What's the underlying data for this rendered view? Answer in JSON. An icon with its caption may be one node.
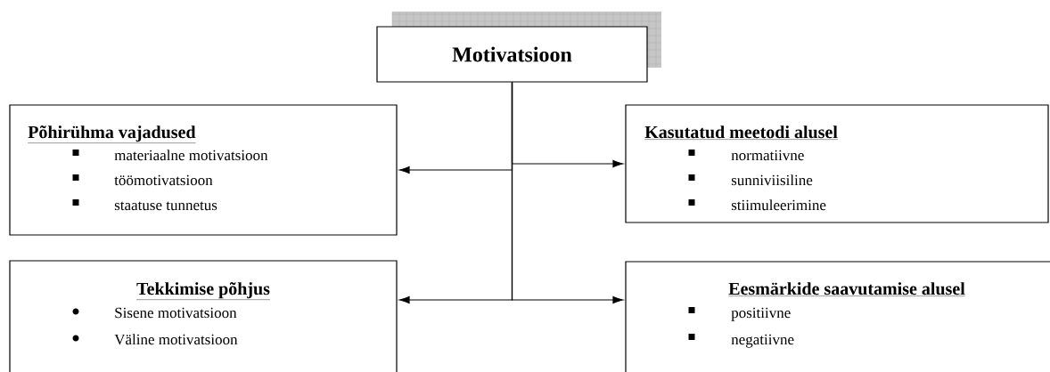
{
  "diagram": {
    "nodes": [
      {
        "text": [
          "Motivatsioon"
        ]
      },
      {
        "text": [
          "Põhirühma vajadused",
          "materiaalne motivatsioon",
          "töömotivatsioon",
          "staatuse tunnetus"
        ]
      },
      {
        "text": [
          "Kasutatud meetodi alusel",
          "normatiivne",
          "sunniviisiline",
          "stiimuleerimine"
        ]
      },
      {
        "text": [
          "Tekkimise põhjus",
          "Sisene motivatsioon",
          "Väline motivatsioon"
        ]
      },
      {
        "text": [
          "Eesmärkide saavutamise alusel",
          "positiivne",
          "negatiivne"
        ]
      }
    ],
    "edges": [
      {
        "from": 0,
        "to": 1,
        "arrow": "to"
      },
      {
        "from": 0,
        "to": 2,
        "arrow": "to"
      },
      {
        "from": 0,
        "to": 3,
        "arrow": "to"
      },
      {
        "from": 0,
        "to": 4,
        "arrow": "to"
      }
    ]
  }
}
